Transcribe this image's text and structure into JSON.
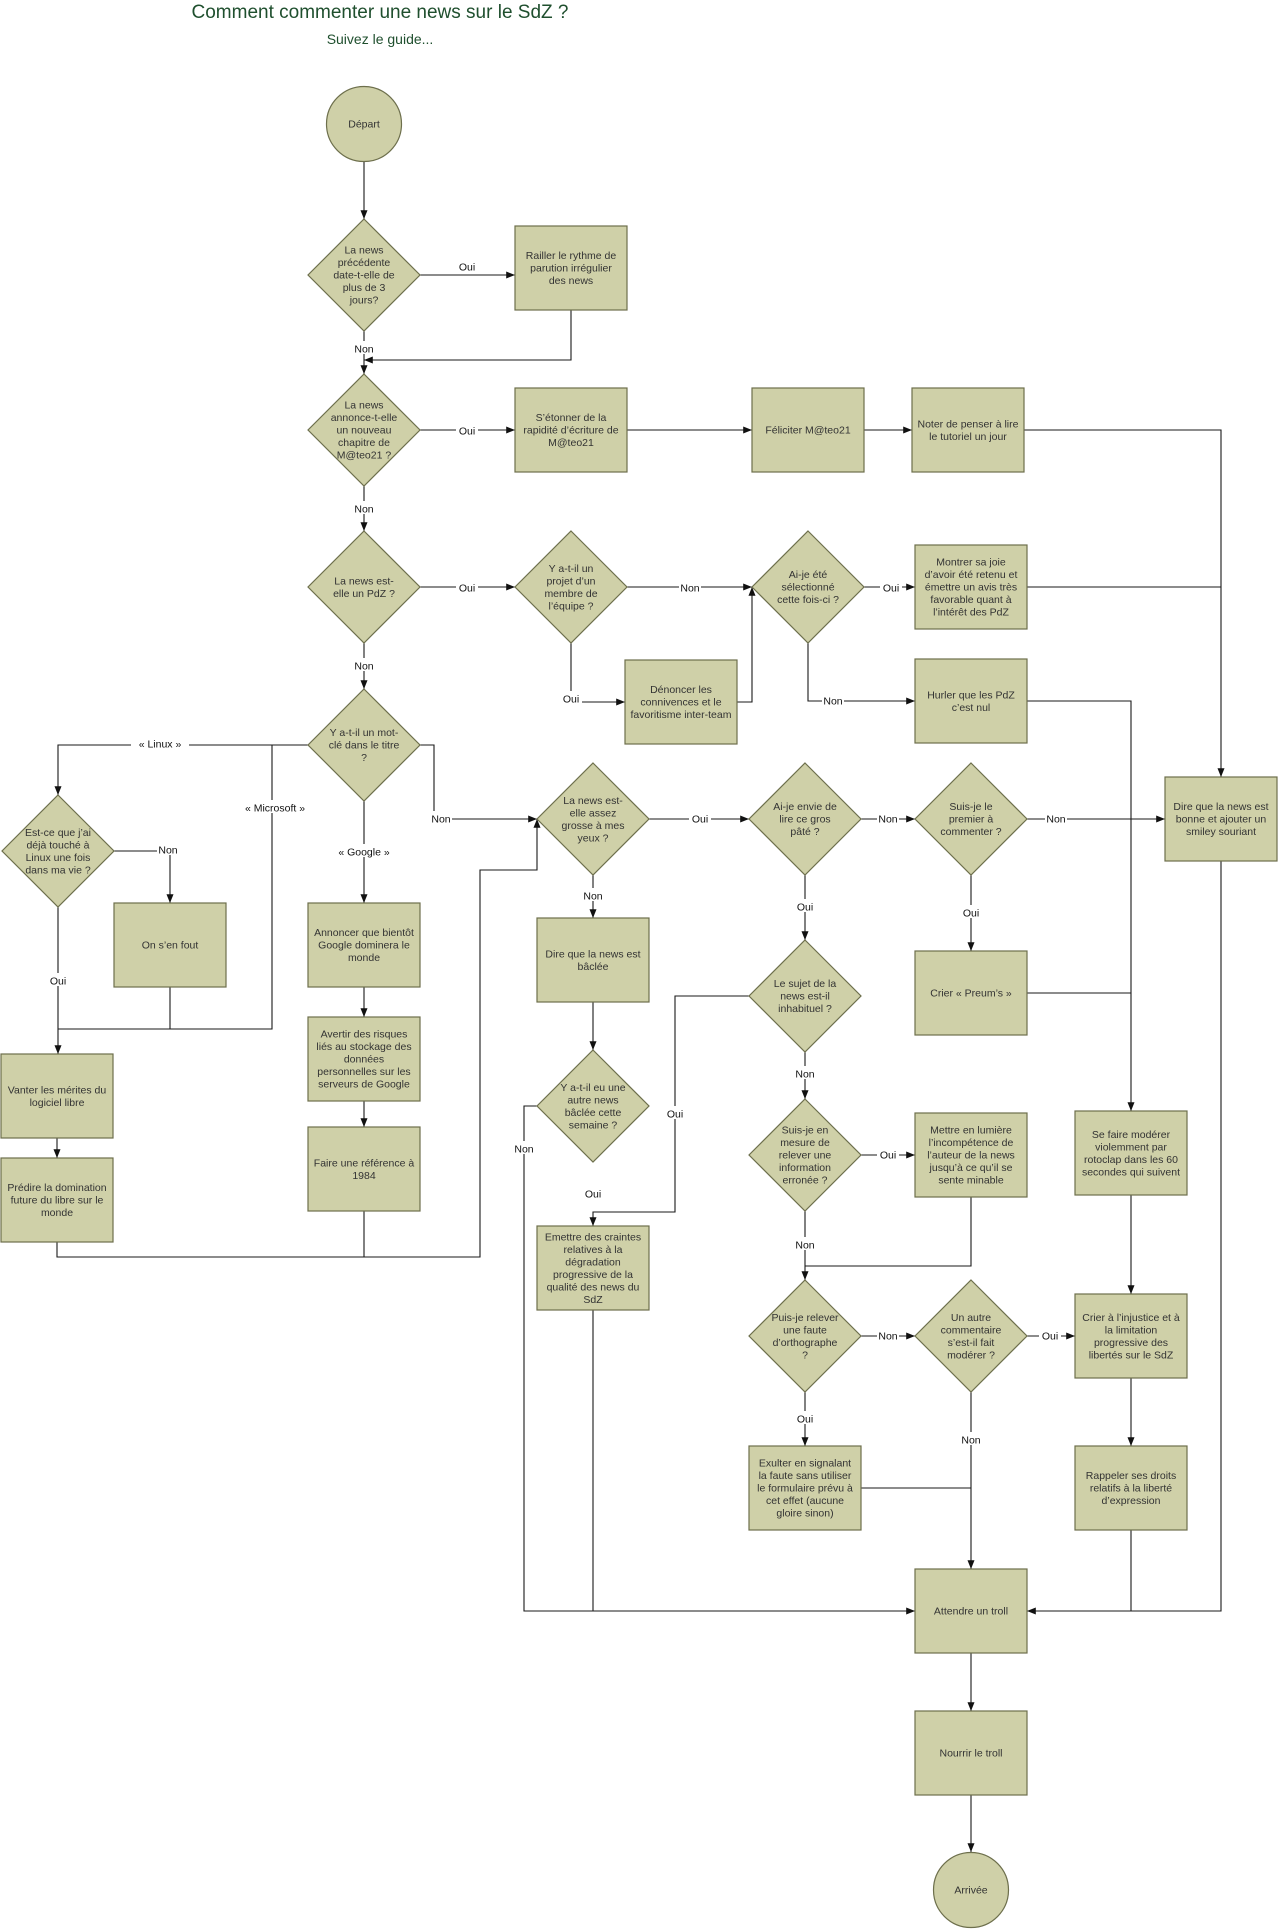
{
  "title": "Comment commenter une news sur le SdZ ?",
  "subtitle": "Suivez le guide...",
  "nodes": {
    "depart": [
      "Départ"
    ],
    "d1": [
      "La news",
      "précédente",
      "date-t-elle de",
      "plus de 3",
      "jours?"
    ],
    "b_railler": [
      "Railler le rythme de",
      "parution irrégulier",
      "des news"
    ],
    "d2": [
      "La news",
      "annonce-t-elle",
      "un nouveau",
      "chapitre de",
      "M@teo21 ?"
    ],
    "b_etonner": [
      "S’étonner de la",
      "rapidité d’écriture de",
      "M@teo21"
    ],
    "b_feliciter": [
      "Féliciter M@teo21"
    ],
    "b_noter": [
      "Noter de penser à lire",
      "le tutoriel un jour"
    ],
    "d3": [
      "La news est-",
      "elle un PdZ ?"
    ],
    "d_membre": [
      "Y a-t-il un",
      "projet d’un",
      "membre de",
      "l’équipe ?"
    ],
    "b_denoncer": [
      "Dénoncer les",
      "connivences et le",
      "favoritisme inter-team"
    ],
    "d_selec": [
      "Ai-je été",
      "sélectionné",
      "cette fois-ci ?"
    ],
    "b_joie": [
      "Montrer sa joie",
      "d’avoir été retenu et",
      "émettre un avis très",
      "favorable quant à",
      "l’intérêt des PdZ"
    ],
    "b_hurler": [
      "Hurler que les PdZ",
      "c’est nul"
    ],
    "d_motcle": [
      "Y a-t-il un mot-",
      "clé dans le titre",
      "?"
    ],
    "d_linux": [
      "Est-ce que j’ai",
      "déjà touché à",
      "Linux une fois",
      "dans ma vie ?"
    ],
    "b_onsenfout": [
      "On s’en fout"
    ],
    "b_annoncer": [
      "Annoncer que bientôt",
      "Google dominera le",
      "monde"
    ],
    "b_avertir": [
      "Avertir des risques",
      "liés au stockage des",
      "données",
      "personnelles sur les",
      "serveurs de Google"
    ],
    "b_1984": [
      "Faire une référence à",
      "1984"
    ],
    "b_vanter": [
      "Vanter les mérites du",
      "logiciel libre"
    ],
    "b_predire": [
      "Prédire la domination",
      "future du libre sur le",
      "monde"
    ],
    "d_grosse": [
      "La news est-",
      "elle assez",
      "grosse à mes",
      "yeux ?"
    ],
    "d_envie": [
      "Ai-je envie de",
      "lire ce gros",
      "pâté ?"
    ],
    "d_premier": [
      "Suis-je le",
      "premier à",
      "commenter ?"
    ],
    "b_bonne": [
      "Dire que la news est",
      "bonne et ajouter un",
      "smiley souriant"
    ],
    "b_baclee": [
      "Dire que la news est",
      "bâclée"
    ],
    "d_inhab": [
      "Le sujet de la",
      "news est-il",
      "inhabituel ?"
    ],
    "b_preums": [
      "Crier « Preum’s »"
    ],
    "d_autrebaclee": [
      "Y a-t-il eu une",
      "autre news",
      "bâclée cette",
      "semaine ?"
    ],
    "d_releverinfo": [
      "Suis-je en",
      "mesure de",
      "relever une",
      "information",
      "erronée ?"
    ],
    "b_lumiere": [
      "Mettre en lumière",
      "l’incompétence de",
      "l’auteur de la news",
      "jusqu’à ce qu’il se",
      "sente minable"
    ],
    "b_moderer": [
      "Se faire modérer",
      "violemment par",
      "rotoclap dans les 60",
      "secondes qui suivent"
    ],
    "b_craintes": [
      "Emettre des craintes",
      "relatives à la",
      "dégradation",
      "progressive de la",
      "qualité des news du",
      "SdZ"
    ],
    "d_faute": [
      "Puis-je relever",
      "une faute",
      "d’orthographe",
      "?"
    ],
    "d_autrecomm": [
      "Un autre",
      "commentaire",
      "s’est-il fait",
      "modérer ?"
    ],
    "b_injustice": [
      "Crier à l’injustice et à",
      "la limitation",
      "progressive des",
      "libertés sur le SdZ"
    ],
    "b_exulter": [
      "Exulter en signalant",
      "la faute sans utiliser",
      "le formulaire prévu à",
      "cet effet (aucune",
      "gloire sinon)"
    ],
    "b_rappeler": [
      "Rappeler ses droits",
      "relatifs à la liberté",
      "d’expression"
    ],
    "b_attendre": [
      "Attendre un troll"
    ],
    "b_nourrir": [
      "Nourrir le troll"
    ],
    "arrivee": [
      "Arrivée"
    ]
  },
  "edge_labels": {
    "oui": "Oui",
    "non": "Non",
    "linux": "« Linux »",
    "microsoft": "« Microsoft »",
    "google": "« Google »"
  }
}
